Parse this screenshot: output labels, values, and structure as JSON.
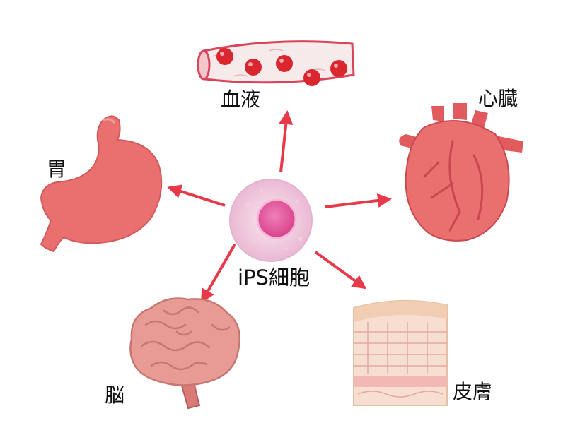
{
  "center": {
    "label": "iPS細胞"
  },
  "organs": {
    "blood": {
      "label": "血液"
    },
    "heart": {
      "label": "心臓"
    },
    "stomach": {
      "label": "胃"
    },
    "brain": {
      "label": "脳"
    },
    "skin": {
      "label": "皮膚"
    }
  },
  "colors": {
    "arrow": "#e8394a",
    "cell_outer": "#f2c9de",
    "cell_nucleus": "#e0559a",
    "organ_red": "#e9706f",
    "brain_pink": "#e79b94",
    "blood_cell": "#d9262f",
    "skin_tan": "#f0cdb3"
  }
}
